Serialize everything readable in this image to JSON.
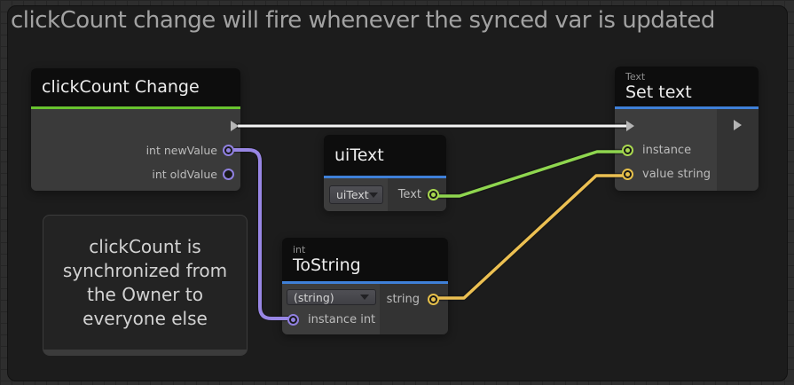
{
  "group": {
    "title": "clickCount change will fire whenever the synced var is updated"
  },
  "nodes": {
    "clickCountChange": {
      "title": "clickCount Change",
      "newValueLabel": "int newValue",
      "oldValueLabel": "int oldValue"
    },
    "uiText": {
      "title": "uiText",
      "dropdownValue": "uiText",
      "outputLabel": "Text"
    },
    "toString": {
      "typeLabel": "int",
      "title": "ToString",
      "dropdownValue": "(string)",
      "inputLabel": "instance int",
      "outputLabel": "string"
    },
    "setText": {
      "typeLabel": "Text",
      "title": "Set text",
      "instanceLabel": "instance",
      "valueLabel": "value string"
    }
  },
  "comment": {
    "lines": [
      "clickCount is",
      "synchronized from",
      "the Owner to",
      "everyone else"
    ]
  },
  "colors": {
    "flowWire": "#f5f5f5",
    "intWire": "#9886e4",
    "objectWire": "#8fd64f",
    "stringWire": "#ecc052",
    "eventAccent": "#68c32f",
    "memberAccent": "#3f80d8"
  }
}
